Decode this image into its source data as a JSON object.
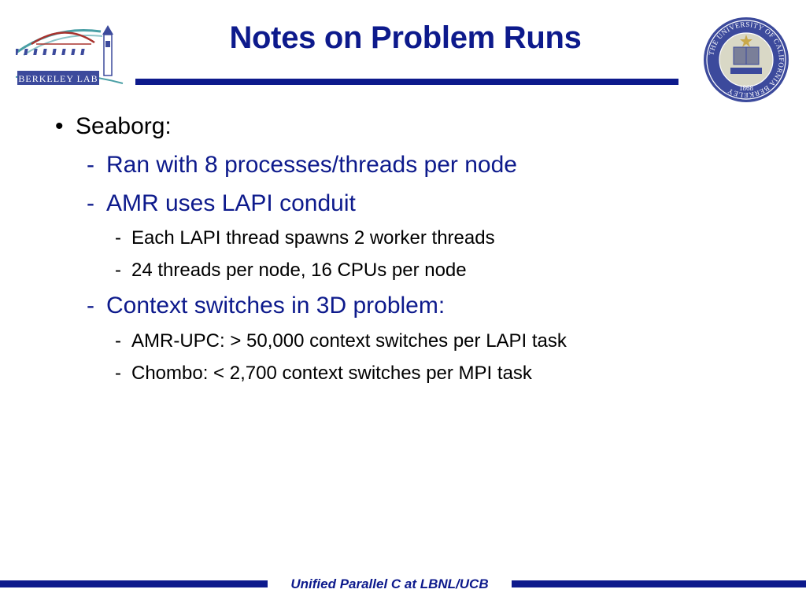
{
  "slide": {
    "title": "Notes on Problem Runs",
    "logos": {
      "left_lab_name": "BERKELEY LAB",
      "right_seal_ring": "THE UNIVERSITY OF CALIFORNIA BERKELEY",
      "right_seal_year": "1868"
    },
    "bullets": [
      {
        "level": 1,
        "marker": "•",
        "text": "Seaborg:"
      },
      {
        "level": 2,
        "marker": "-",
        "text": "Ran with 8 processes/threads per node"
      },
      {
        "level": 2,
        "marker": "-",
        "text": "AMR uses LAPI conduit"
      },
      {
        "level": 3,
        "marker": "-",
        "text": "Each LAPI thread spawns 2 worker threads"
      },
      {
        "level": 3,
        "marker": "-",
        "text": "24 threads per node, 16 CPUs per node"
      },
      {
        "level": 2,
        "marker": "-",
        "text": "Context switches in 3D problem:"
      },
      {
        "level": 3,
        "marker": "-",
        "text": "AMR-UPC: > 50,000 context switches per LAPI task"
      },
      {
        "level": 3,
        "marker": "-",
        "text": "Chombo: < 2,700 context switches per MPI task"
      }
    ],
    "footer": "Unified Parallel C at LBNL/UCB",
    "colors": {
      "accent": "#0d1a8c",
      "text": "#000000",
      "background": "#ffffff",
      "logo_red": "#a8322d",
      "logo_teal": "#4a9fa5"
    }
  }
}
